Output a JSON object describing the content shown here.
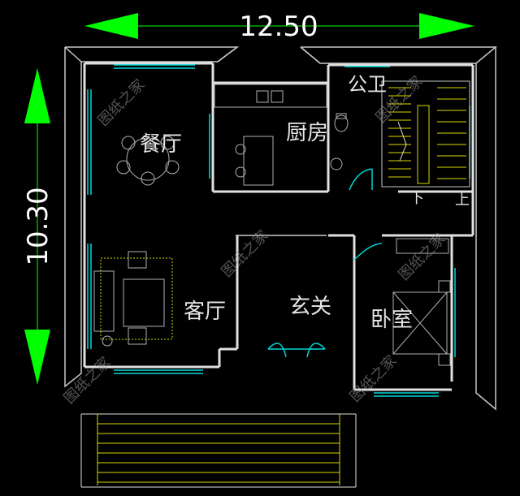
{
  "dimensions": {
    "width_label": "12.50",
    "height_label": "10.30"
  },
  "rooms": {
    "dining": "餐厅",
    "kitchen": "厨房",
    "bathroom": "公卫",
    "living": "客厅",
    "foyer": "玄关",
    "bedroom": "卧室"
  },
  "stairs": {
    "down": "下",
    "up": "上"
  },
  "watermark": "图纸之家",
  "colors": {
    "background": "#000000",
    "dimension_arrow": "#00ff00",
    "outline": "#c8c8c8",
    "wall": "#e0e0e0",
    "window": "#00d8d8",
    "stair": "#d8d800",
    "furniture": "#b0b0b0"
  }
}
